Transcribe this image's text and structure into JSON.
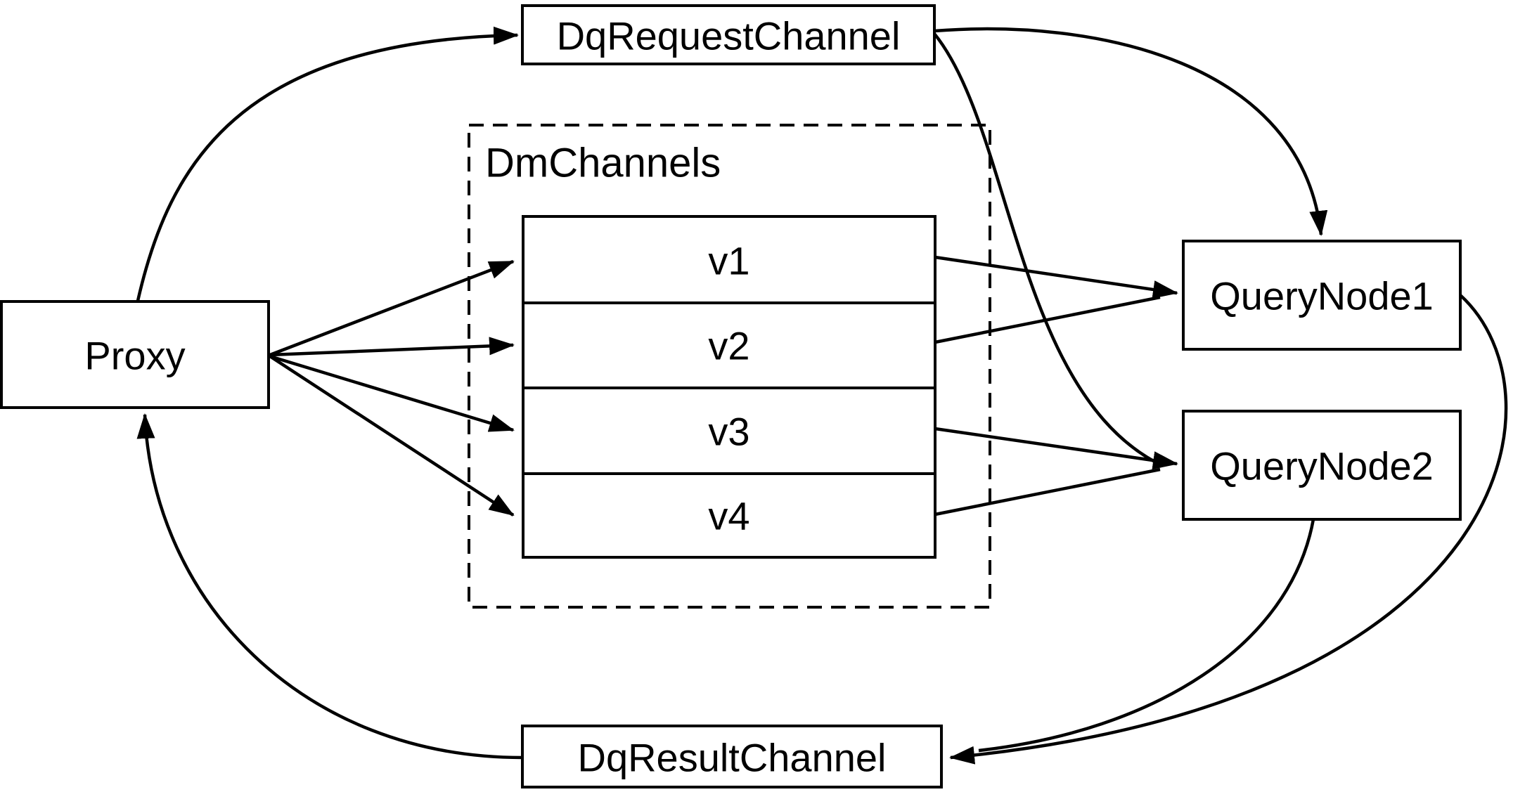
{
  "colors": {
    "background": "#ffffff",
    "line": "#000000",
    "node_fill": "#ffffff"
  },
  "nodes": {
    "proxy": {
      "label": "Proxy"
    },
    "dq_request_channel": {
      "label": "DqRequestChannel"
    },
    "dq_result_channel": {
      "label": "DqResultChannel"
    },
    "query_node_1": {
      "label": "QueryNode1"
    },
    "query_node_2": {
      "label": "QueryNode2"
    },
    "dm_channels": {
      "label": "DmChannels",
      "channels": [
        {
          "label": "v1"
        },
        {
          "label": "v2"
        },
        {
          "label": "v3"
        },
        {
          "label": "v4"
        }
      ]
    }
  },
  "edges": [
    {
      "from": "proxy",
      "to": "dq_request_channel",
      "arrow": true
    },
    {
      "from": "dq_request_channel",
      "to": "query_node_1",
      "arrow": true
    },
    {
      "from": "dq_request_channel",
      "to": "query_node_2",
      "arrow": true
    },
    {
      "from": "proxy",
      "to": "v1",
      "arrow": true
    },
    {
      "from": "proxy",
      "to": "v2",
      "arrow": true
    },
    {
      "from": "proxy",
      "to": "v3",
      "arrow": true
    },
    {
      "from": "proxy",
      "to": "v4",
      "arrow": true
    },
    {
      "from": "v1",
      "to": "query_node_1",
      "arrow": true
    },
    {
      "from": "v2",
      "to": "query_node_1",
      "arrow": true
    },
    {
      "from": "v3",
      "to": "query_node_2",
      "arrow": true
    },
    {
      "from": "v4",
      "to": "query_node_2",
      "arrow": true
    },
    {
      "from": "query_node_1",
      "to": "dq_result_channel",
      "arrow": true
    },
    {
      "from": "query_node_2",
      "to": "dq_result_channel",
      "arrow": true
    },
    {
      "from": "dq_result_channel",
      "to": "proxy",
      "arrow": true
    }
  ]
}
